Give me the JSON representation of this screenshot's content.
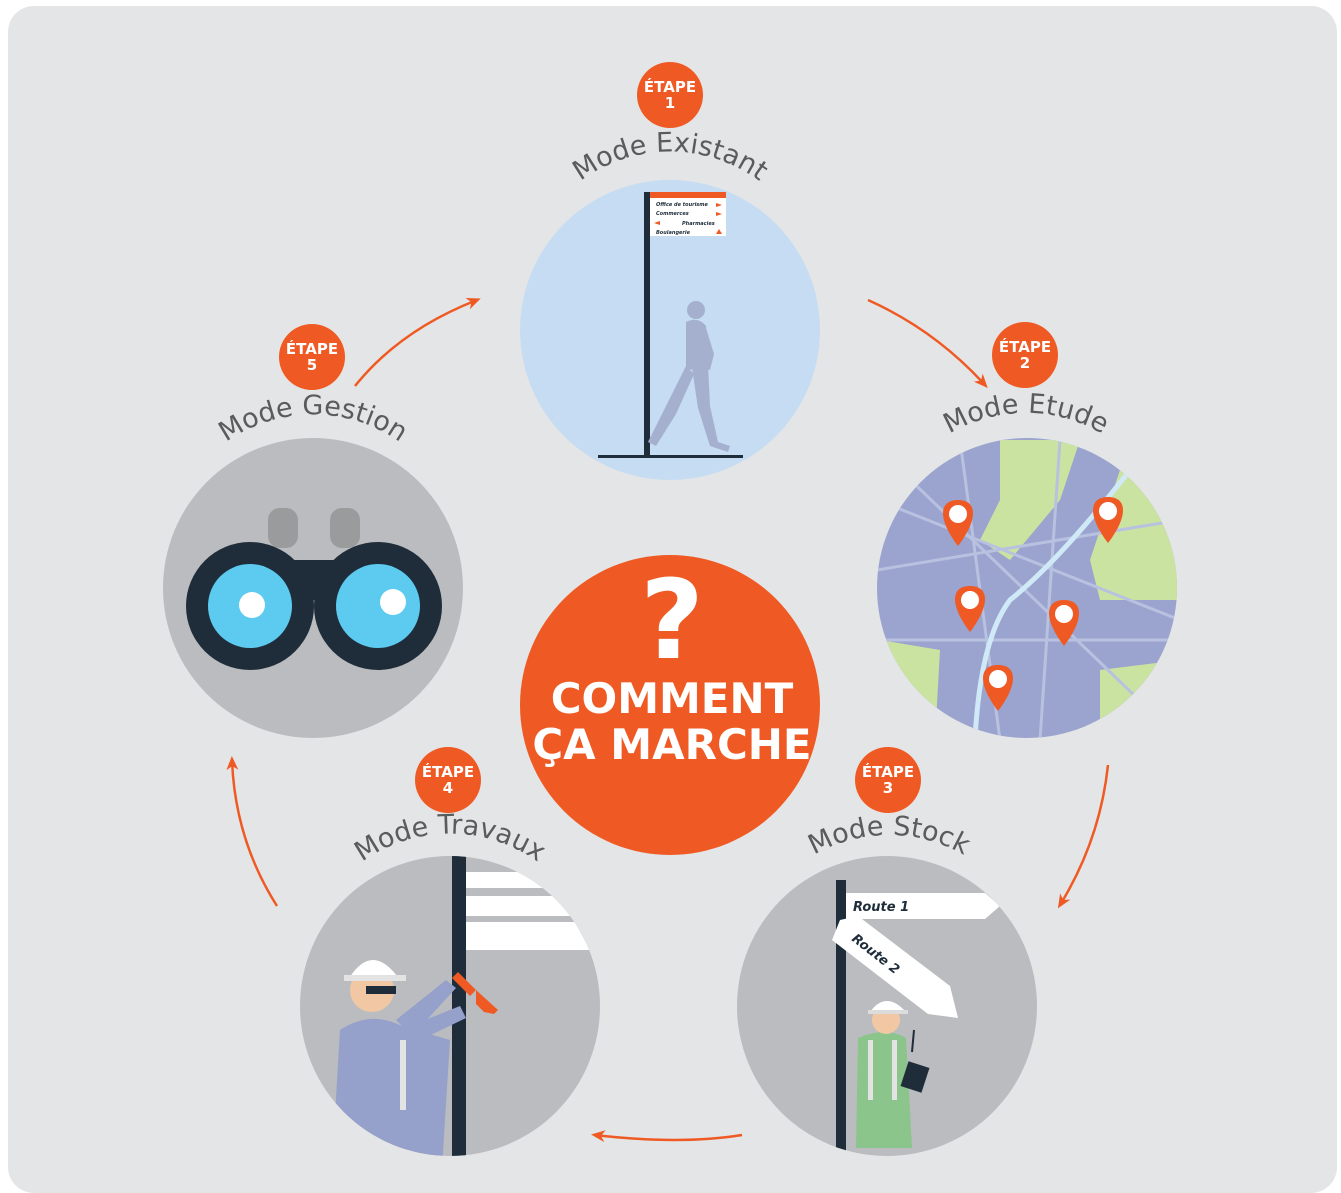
{
  "center": {
    "symbol": "?",
    "line1": "COMMENT",
    "line2": "ÇA MARCHE"
  },
  "steps": [
    {
      "badge_word": "ÉTAPE",
      "number": "1",
      "title": "Mode Existant"
    },
    {
      "badge_word": "ÉTAPE",
      "number": "2",
      "title": "Mode Etude"
    },
    {
      "badge_word": "ÉTAPE",
      "number": "3",
      "title": "Mode Stock"
    },
    {
      "badge_word": "ÉTAPE",
      "number": "4",
      "title": "Mode Travaux"
    },
    {
      "badge_word": "ÉTAPE",
      "number": "5",
      "title": "Mode Gestion"
    }
  ],
  "sign_panel": {
    "rows": [
      "Office de tourisme",
      "Commerces",
      "Pharmacies",
      "Boulangerie"
    ]
  },
  "stock_sign": {
    "route1": "Route 1",
    "route2": "Route 2"
  },
  "colors": {
    "accent": "#ef5a24",
    "panel_bg": "#e4e5e6",
    "circle_grey": "#bbbcbf",
    "sky": "#c6dcf2",
    "title_grey": "#5a5b5d",
    "map_blue": "#9aa4cf",
    "map_green": "#cbe3a0"
  }
}
